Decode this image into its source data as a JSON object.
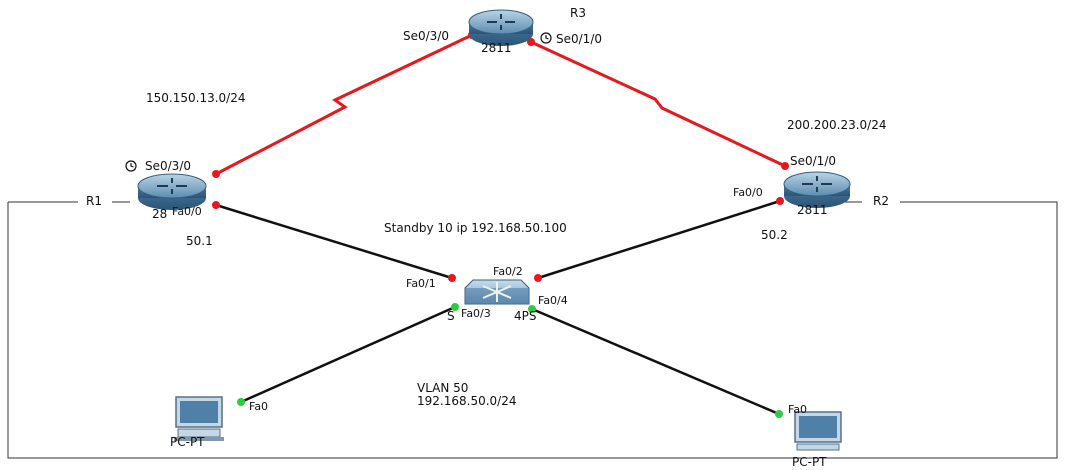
{
  "devices": {
    "r3": {
      "name": "R3",
      "model": "2811"
    },
    "r1": {
      "name": "R1",
      "model": "28"
    },
    "r2": {
      "name": "R2",
      "model": "2811"
    },
    "switch": {
      "name": "S",
      "model": "4PS"
    },
    "pc_left": {
      "name": "PC-PT"
    },
    "pc_right": {
      "name": "PC-PT"
    }
  },
  "interfaces": {
    "r3_left": "Se0/3/0",
    "r3_right": "Se0/1/0",
    "r1_serial": "Se0/3/0",
    "r1_fast": "Fa0/0",
    "r2_serial": "Se0/1/0",
    "r2_fast": "Fa0/0",
    "sw_fa01": "Fa0/1",
    "sw_fa02": "Fa0/2",
    "sw_fa03": "Fa0/3",
    "sw_fa04": "Fa0/4",
    "pc_left_fa0": "Fa0",
    "pc_right_fa0": "Fa0"
  },
  "networks": {
    "left_serial": "150.150.13.0/24",
    "right_serial": "200.200.23.0/24",
    "standby": "Standby 10 ip 192.168.50.100",
    "r1_addr": "50.1",
    "r2_addr": "50.2",
    "vlan_name": "VLAN 50",
    "vlan_net": "192.168.50.0/24"
  },
  "colors": {
    "serial_link": "#e8171d",
    "ethernet_link": "#111111",
    "port_up": "#2ecc40",
    "port_down": "#e8171d"
  }
}
